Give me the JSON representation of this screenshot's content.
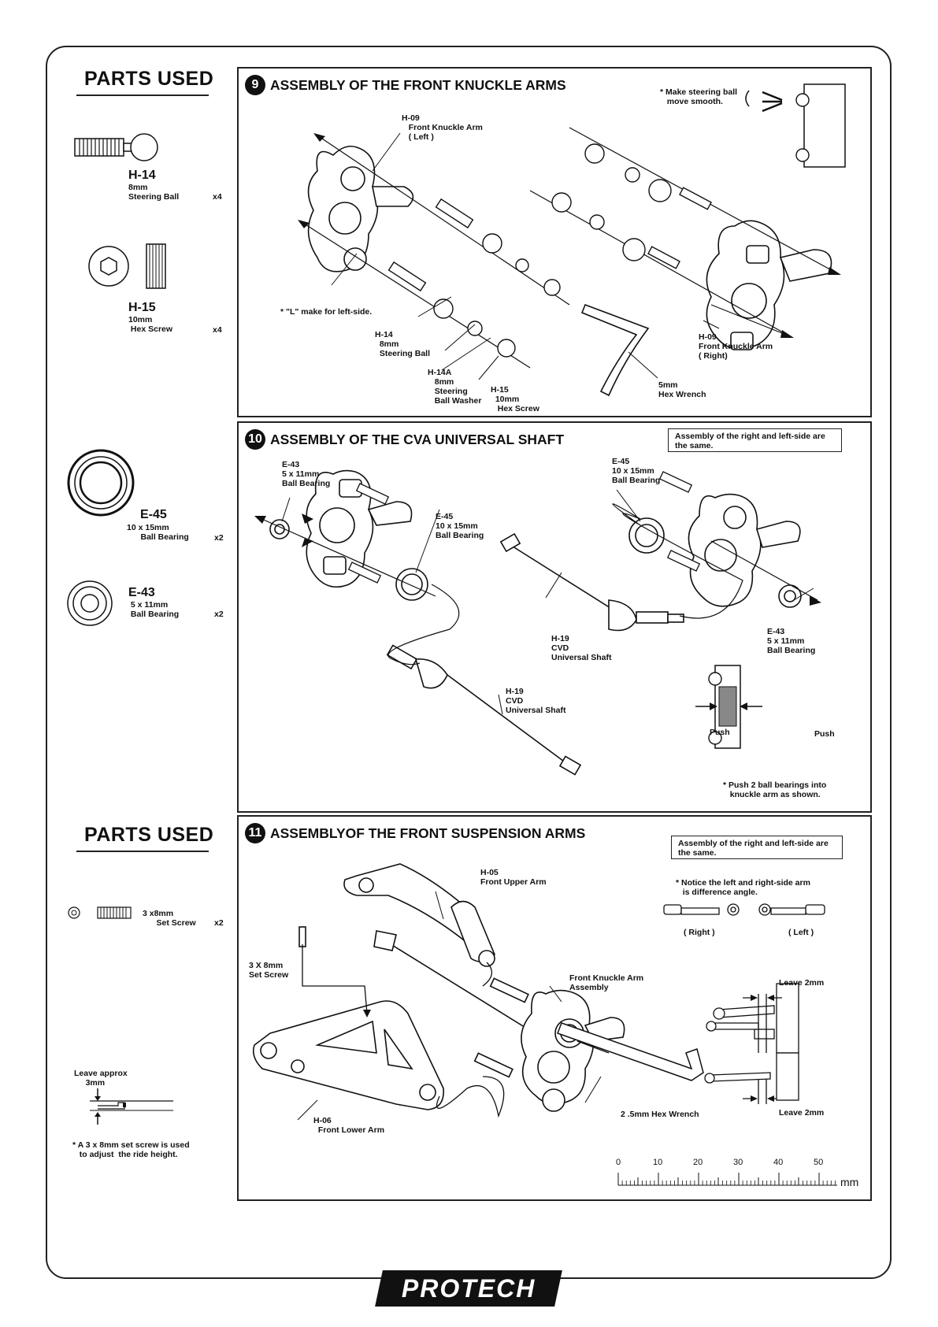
{
  "parts_sections": [
    {
      "title": "PARTS USED"
    },
    {
      "title": "PARTS USED"
    }
  ],
  "parts": [
    {
      "code": "H-14",
      "desc": "8mm\nSteering Ball",
      "qty": "x4",
      "icon": "steering-ball-icon"
    },
    {
      "code": "H-15",
      "desc": "10mm\n Hex Screw",
      "qty": "x4",
      "icon": "hex-screw-icon"
    },
    {
      "code": "E-45",
      "desc": "10 x 15mm\n      Ball Bearing",
      "qty": "x2",
      "icon": "ball-bearing-icon"
    },
    {
      "code": "E-43",
      "desc": " 5 x 11mm\n Ball Bearing",
      "qty": "x2",
      "icon": "ball-bearing-icon"
    },
    {
      "code": "",
      "desc": "3 x8mm\n      Set Screw",
      "qty": "x2",
      "icon": "set-screw-icon"
    }
  ],
  "ride_height": {
    "label": "Leave approx\n     3mm",
    "note": "* A 3 x 8mm set screw is used\n   to adjust  the ride height."
  },
  "steps": [
    {
      "number": "9",
      "title": "ASSEMBLY OF THE FRONT KNUCKLE ARMS",
      "labels": {
        "h09_left": "H-09\n   Front Knuckle Arm\n   ( Left )",
        "l_mark": "* \"L\" make for left-side.",
        "h14": "H-14\n  8mm\n  Steering Ball",
        "h14a": "H-14A\n   8mm\n   Steering\n   Ball Washer",
        "h15": "H-15\n  10mm\n   Hex Screw",
        "wrench": "5mm\nHex Wrench",
        "h09_right": "H-09\nFront Knuckle Arm\n( Right)",
        "smooth": "* Make steering ball\n   move smooth."
      }
    },
    {
      "number": "10",
      "title": "ASSEMBLY OF THE CVA UNIVERSAL SHAFT",
      "note": "Assembly of the right and left-side are\nthe same.",
      "labels": {
        "e43_left": "E-43\n5 x 11mm\nBall Bearing",
        "e45_mid": "E-45\n10 x 15mm\nBall Bearing",
        "e45_right": "E-45\n10 x 15mm\nBall Bearing",
        "h19_upper": "H-19\nCVD\nUniversal Shaft",
        "e43_right": "E-43\n5 x 11mm\nBall Bearing",
        "h19_lower": "H-19\nCVD\nUniversal Shaft",
        "push_left": "Push",
        "push_right": "Push",
        "push_note": "* Push 2 ball bearings into\n   knuckle arm as shown."
      }
    },
    {
      "number": "11",
      "title": "ASSEMBLYOF THE  FRONT SUSPENSION ARMS",
      "note": "Assembly of the right and left-side are\nthe same.",
      "labels": {
        "h05": "H-05\nFront Upper Arm",
        "angle_note": "* Notice the left and right-side arm\n   is difference angle.",
        "right": "( Right )",
        "left": "( Left )",
        "set_screw": "3 X 8mm\nSet Screw",
        "knuckle_assembly": "Front Knuckle Arm\nAssembly",
        "leave_top": "Leave 2mm",
        "leave_bottom": "Leave 2mm",
        "h06": "H-06\n  Front Lower Arm",
        "hex_wrench": "2 .5mm Hex Wrench"
      },
      "ruler": {
        "ticks": [
          "0",
          "10",
          "20",
          "30",
          "40",
          "50"
        ],
        "unit": "mm"
      }
    }
  ],
  "brand": "PROTECH",
  "colors": {
    "ink": "#111111",
    "paper": "#ffffff"
  }
}
